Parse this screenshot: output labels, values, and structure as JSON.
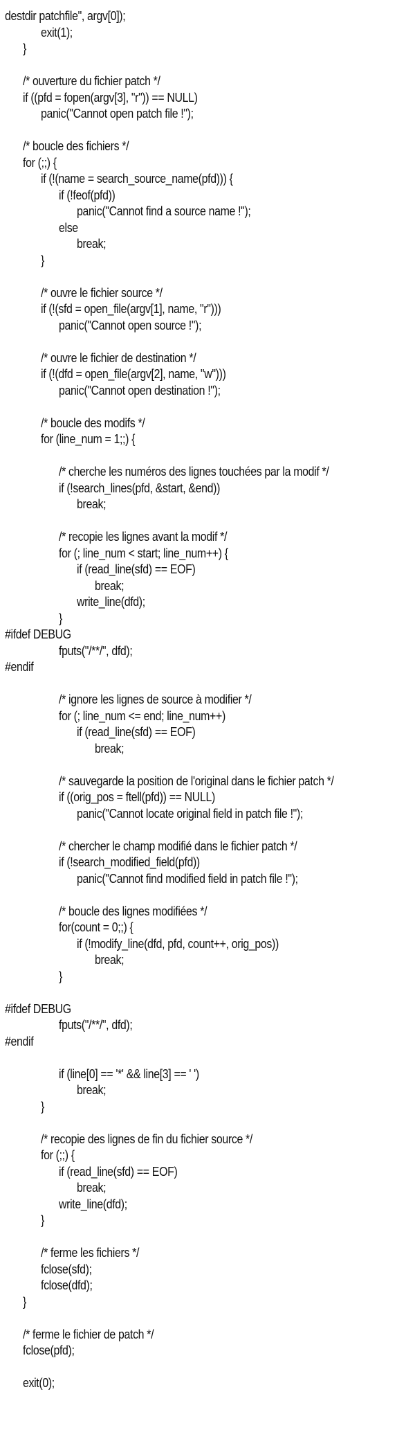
{
  "lines": [
    {
      "indent": 0,
      "text": "destdir patchfile\", argv[0]);"
    },
    {
      "indent": 2,
      "text": "exit(1);"
    },
    {
      "indent": 1,
      "text": "}"
    },
    {
      "indent": 0,
      "text": ""
    },
    {
      "indent": 1,
      "text": "/* ouverture du fichier patch */"
    },
    {
      "indent": 1,
      "text": "if ((pfd = fopen(argv[3], \"r\")) == NULL)"
    },
    {
      "indent": 2,
      "text": "panic(\"Cannot open patch file !\");"
    },
    {
      "indent": 0,
      "text": ""
    },
    {
      "indent": 1,
      "text": "/* boucle des fichiers */"
    },
    {
      "indent": 1,
      "text": "for (;;) {"
    },
    {
      "indent": 2,
      "text": "if (!(name = search_source_name(pfd))) {"
    },
    {
      "indent": 3,
      "text": "if (!feof(pfd))"
    },
    {
      "indent": 4,
      "text": "panic(\"Cannot find a source name !\");"
    },
    {
      "indent": 3,
      "text": "else"
    },
    {
      "indent": 4,
      "text": "break;"
    },
    {
      "indent": 2,
      "text": "}"
    },
    {
      "indent": 0,
      "text": ""
    },
    {
      "indent": 2,
      "text": "/* ouvre le fichier source */"
    },
    {
      "indent": 2,
      "text": "if (!(sfd = open_file(argv[1], name, \"r\")))"
    },
    {
      "indent": 3,
      "text": "panic(\"Cannot open source !\");"
    },
    {
      "indent": 0,
      "text": ""
    },
    {
      "indent": 2,
      "text": "/* ouvre le fichier de destination */"
    },
    {
      "indent": 2,
      "text": "if (!(dfd = open_file(argv[2], name, \"w\")))"
    },
    {
      "indent": 3,
      "text": "panic(\"Cannot open destination !\");"
    },
    {
      "indent": 0,
      "text": ""
    },
    {
      "indent": 2,
      "text": "/* boucle des modifs */"
    },
    {
      "indent": 2,
      "text": "for (line_num = 1;;) {"
    },
    {
      "indent": 0,
      "text": ""
    },
    {
      "indent": 3,
      "text": "/* cherche les numéros des lignes touchées par la modif */"
    },
    {
      "indent": 3,
      "text": "if (!search_lines(pfd, &start, &end))"
    },
    {
      "indent": 4,
      "text": "break;"
    },
    {
      "indent": 0,
      "text": ""
    },
    {
      "indent": 3,
      "text": "/* recopie les lignes avant la modif */"
    },
    {
      "indent": 3,
      "text": "for (; line_num < start; line_num++) {"
    },
    {
      "indent": 4,
      "text": "if (read_line(sfd) == EOF)"
    },
    {
      "indent": 5,
      "text": "break;"
    },
    {
      "indent": 4,
      "text": "write_line(dfd);"
    },
    {
      "indent": 3,
      "text": "}"
    },
    {
      "indent": 0,
      "text": "#ifdef DEBUG"
    },
    {
      "indent": 3,
      "text": "fputs(\"/**/\", dfd);"
    },
    {
      "indent": 0,
      "text": "#endif"
    },
    {
      "indent": 0,
      "text": ""
    },
    {
      "indent": 3,
      "text": "/* ignore les lignes de source à modifier */"
    },
    {
      "indent": 3,
      "text": "for (; line_num <= end; line_num++)"
    },
    {
      "indent": 4,
      "text": "if (read_line(sfd) == EOF)"
    },
    {
      "indent": 5,
      "text": "break;"
    },
    {
      "indent": 0,
      "text": ""
    },
    {
      "indent": 3,
      "text": "/* sauvegarde la position de l'original dans le fichier patch */"
    },
    {
      "indent": 3,
      "text": "if ((orig_pos = ftell(pfd)) == NULL)"
    },
    {
      "indent": 4,
      "text": "panic(\"Cannot locate original field in patch file !\");"
    },
    {
      "indent": 0,
      "text": ""
    },
    {
      "indent": 3,
      "text": "/* chercher le champ modifié dans le fichier patch */"
    },
    {
      "indent": 3,
      "text": "if (!search_modified_field(pfd))"
    },
    {
      "indent": 4,
      "text": "panic(\"Cannot find modified field in patch file !\");"
    },
    {
      "indent": 0,
      "text": ""
    },
    {
      "indent": 3,
      "text": "/* boucle des lignes modifiées */"
    },
    {
      "indent": 3,
      "text": "for(count = 0;;) {"
    },
    {
      "indent": 4,
      "text": "if (!modify_line(dfd, pfd, count++, orig_pos))"
    },
    {
      "indent": 5,
      "text": "break;"
    },
    {
      "indent": 3,
      "text": "}"
    },
    {
      "indent": 0,
      "text": ""
    },
    {
      "indent": 0,
      "text": "#ifdef DEBUG"
    },
    {
      "indent": 3,
      "text": "fputs(\"/**/\", dfd);"
    },
    {
      "indent": 0,
      "text": "#endif"
    },
    {
      "indent": 0,
      "text": ""
    },
    {
      "indent": 3,
      "text": "if (line[0] == '*' && line[3] == ' ')"
    },
    {
      "indent": 4,
      "text": "break;"
    },
    {
      "indent": 2,
      "text": "}"
    },
    {
      "indent": 0,
      "text": ""
    },
    {
      "indent": 2,
      "text": "/* recopie des lignes de fin du fichier source */"
    },
    {
      "indent": 2,
      "text": "for (;;) {"
    },
    {
      "indent": 3,
      "text": "if (read_line(sfd) == EOF)"
    },
    {
      "indent": 4,
      "text": "break;"
    },
    {
      "indent": 3,
      "text": "write_line(dfd);"
    },
    {
      "indent": 2,
      "text": "}"
    },
    {
      "indent": 0,
      "text": ""
    },
    {
      "indent": 2,
      "text": "/* ferme les fichiers */"
    },
    {
      "indent": 2,
      "text": "fclose(sfd);"
    },
    {
      "indent": 2,
      "text": "fclose(dfd);"
    },
    {
      "indent": 1,
      "text": "}"
    },
    {
      "indent": 0,
      "text": ""
    },
    {
      "indent": 1,
      "text": "/* ferme le fichier de patch */"
    },
    {
      "indent": 1,
      "text": "fclose(pfd);"
    },
    {
      "indent": 0,
      "text": ""
    },
    {
      "indent": 1,
      "text": "exit(0);"
    }
  ]
}
